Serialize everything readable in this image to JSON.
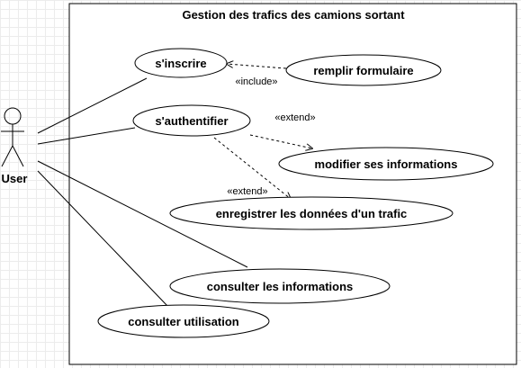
{
  "system": {
    "title": "Gestion des trafics des camions sortant"
  },
  "actor": {
    "name": "User"
  },
  "use_cases": {
    "inscrire": "s'inscrire",
    "remplir": "remplir formulaire",
    "authentifier": "s'authentifier",
    "modifier": "modifier ses informations",
    "enregistrer": "enregistrer les données d'un trafic",
    "consulter_infos": "consulter les informations",
    "consulter_util": "consulter utilisation"
  },
  "relations": {
    "include": "«include»",
    "extend_modifier": "«extend»",
    "extend_enregistrer": "«extend»"
  }
}
